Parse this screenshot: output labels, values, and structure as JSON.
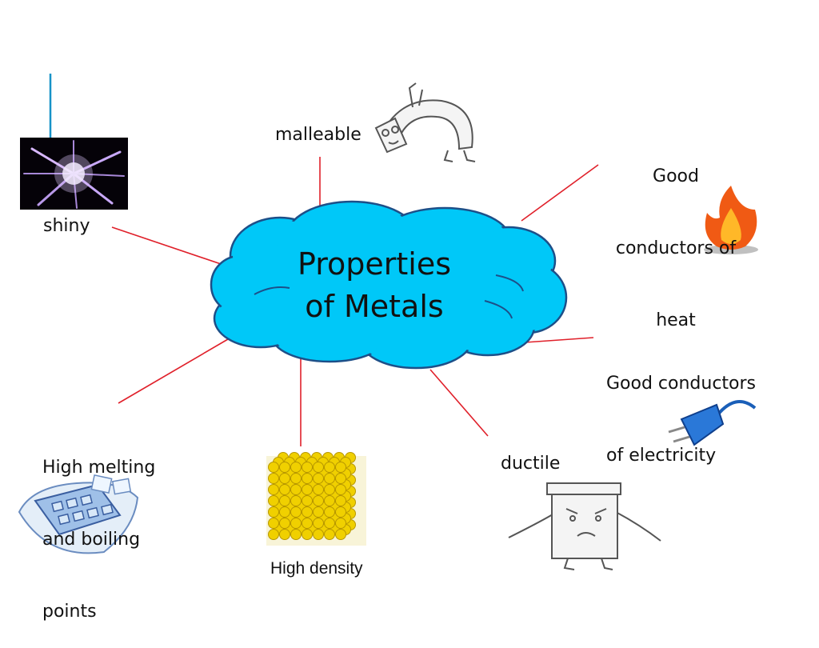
{
  "diagram": {
    "center_title": [
      "Properties",
      "of Metals"
    ],
    "labels": {
      "shiny": "shiny",
      "malleable": "malleable",
      "heat": [
        "Good",
        "conductors of",
        "heat"
      ],
      "electricity": [
        "Good conductors",
        "of electricity"
      ],
      "ductile": "ductile",
      "density": "High density",
      "melting": [
        "High melting",
        "and boiling",
        "points"
      ]
    },
    "icons": [
      "sparkle-icon",
      "bent-bar-cartoon-icon",
      "flame-icon",
      "electric-plug-icon",
      "stretched-bar-cartoon-icon",
      "atom-lattice-icon",
      "ice-tray-icon"
    ],
    "colors": {
      "cloud": "#00c8f8",
      "connector": "#e0202a",
      "accent_line": "#1793c8"
    }
  }
}
